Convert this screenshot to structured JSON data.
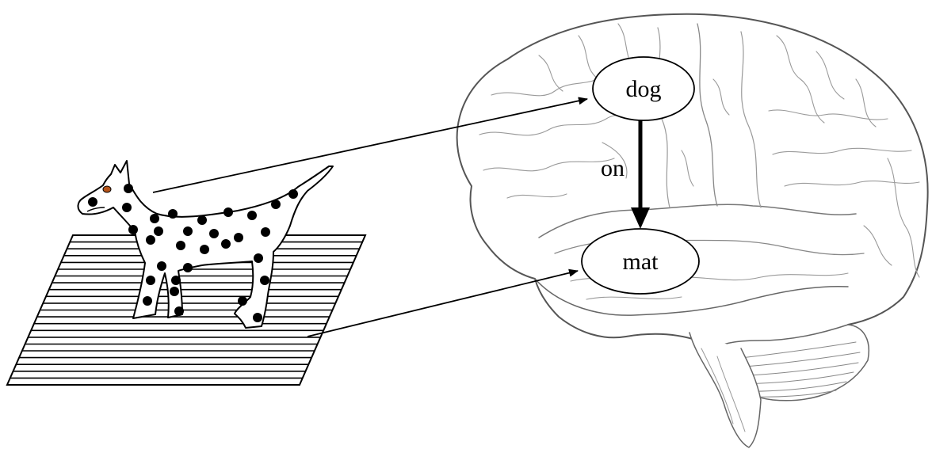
{
  "diagram": {
    "nodes": {
      "dog": {
        "label": "dog"
      },
      "mat": {
        "label": "mat"
      }
    },
    "relation": {
      "label": "on",
      "from": "dog",
      "to": "mat"
    },
    "mappings": [
      {
        "from": "dog-illustration",
        "to": "dog"
      },
      {
        "from": "mat-illustration",
        "to": "mat"
      }
    ],
    "colors": {
      "stroke": "#000000",
      "brain_outline": "#555555",
      "brain_detail": "#9a9a9a",
      "dog_eye": "#b5541a",
      "background": "#ffffff"
    },
    "illustrations": [
      "spotted-dog",
      "striped-mat",
      "brain"
    ]
  }
}
